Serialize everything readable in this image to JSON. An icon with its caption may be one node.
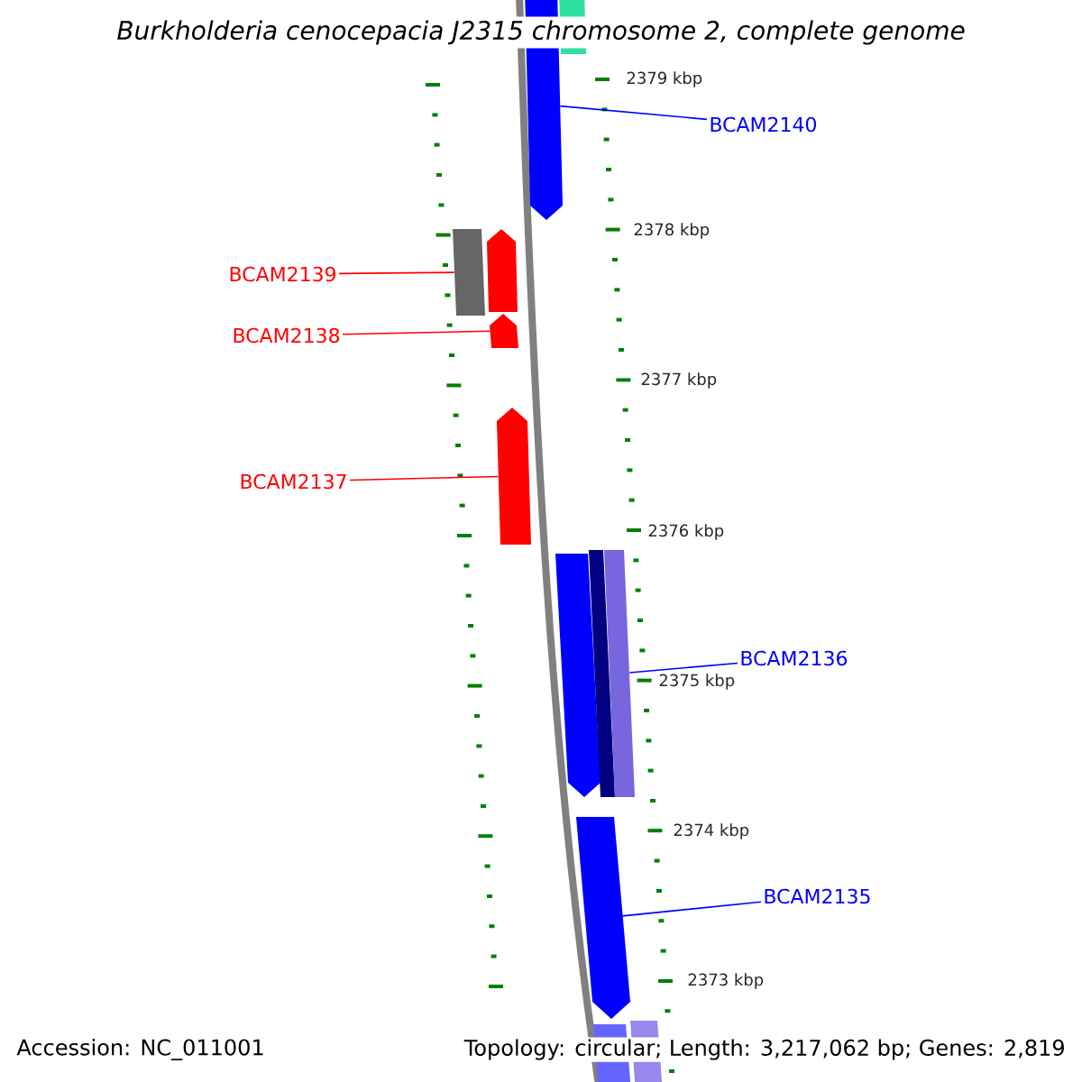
{
  "diagram": {
    "title": "Burkholderia cenocepacia J2315 chromosome 2, complete genome",
    "nodes": [
      {
        "text": [
          "BCAM2140"
        ]
      },
      {
        "text": [
          "BCAM2139"
        ]
      },
      {
        "text": [
          "BCAM2138"
        ]
      },
      {
        "text": [
          "BCAM2137"
        ]
      },
      {
        "text": [
          "BCAM2136"
        ]
      },
      {
        "text": [
          "BCAM2135"
        ]
      },
      {
        "text": [],
        "shape": "pentagon"
      },
      {
        "text": [],
        "shape": "box"
      },
      {
        "text": [],
        "shape": "box"
      },
      {
        "text": [],
        "shape": "pentagon"
      },
      {
        "text": [],
        "shape": "pentagon"
      },
      {
        "text": [],
        "shape": "pentagon"
      },
      {
        "text": [],
        "shape": "pentagon"
      },
      {
        "text": [],
        "shape": "box"
      },
      {
        "text": [],
        "shape": "box"
      },
      {
        "text": [],
        "shape": "pentagon"
      },
      {
        "text": [],
        "shape": "box"
      },
      {
        "text": [],
        "shape": "box"
      }
    ],
    "edges": [
      {
        "from": 0,
        "to": 6,
        "arrow": "none",
        "color": "#0000ff"
      },
      {
        "from": 1,
        "to": 8,
        "arrow": "none",
        "color": "#ff0000"
      },
      {
        "from": 2,
        "to": 10,
        "arrow": "none",
        "color": "#ff0000"
      },
      {
        "from": 3,
        "to": 11,
        "arrow": "none",
        "color": "#ff0000"
      },
      {
        "from": 4,
        "to": 14,
        "arrow": "none",
        "color": "#0000ff"
      },
      {
        "from": 5,
        "to": 15,
        "arrow": "none",
        "color": "#0000ff"
      }
    ],
    "labels": [
      "2379 kbp",
      "2378 kbp",
      "2377 kbp",
      "2376 kbp",
      "2375 kbp",
      "2374 kbp",
      "2373 kbp",
      "Accession: NC_011001",
      "Topology: circular; Length: 3,217,062 bp; Genes: 2,819"
    ]
  }
}
